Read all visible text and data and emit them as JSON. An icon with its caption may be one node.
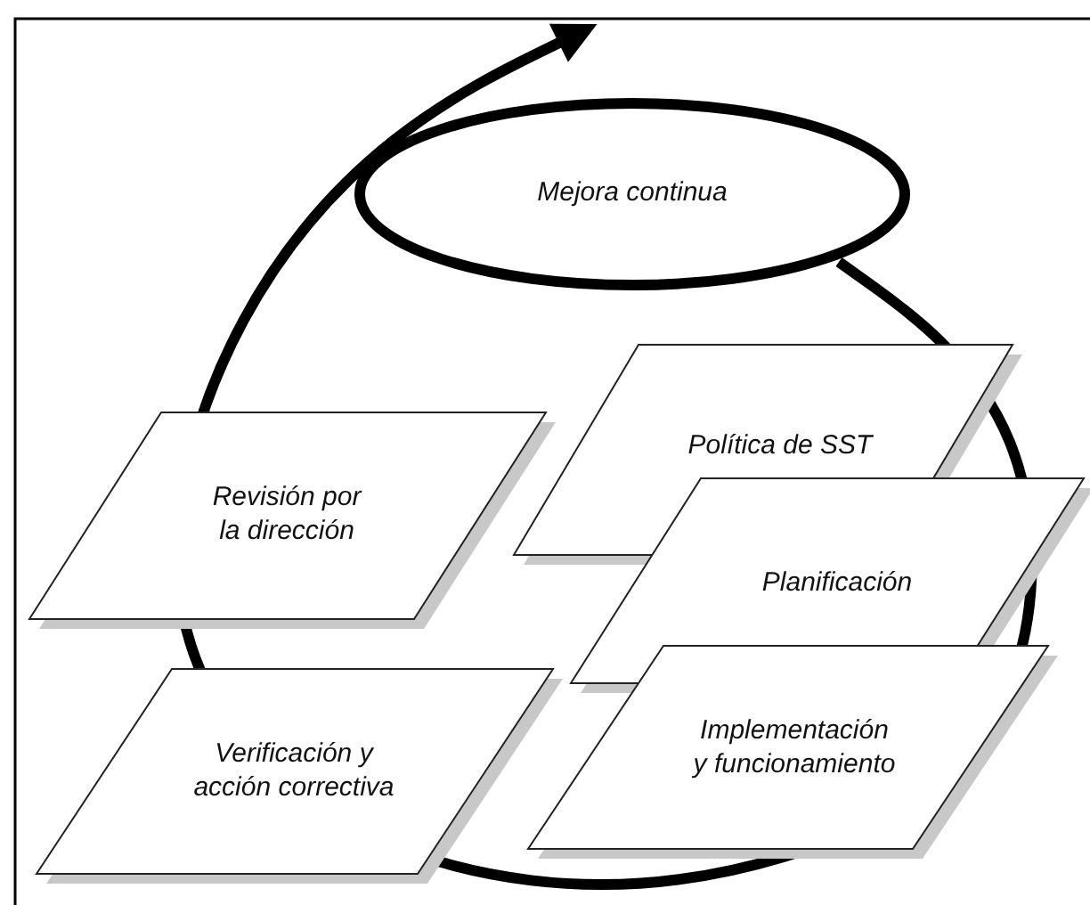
{
  "diagram": {
    "nodes": [
      {
        "text": [
          "Mejora continua"
        ]
      },
      {
        "text": [
          "Política de SST"
        ]
      },
      {
        "text": [
          "Revisión por la dirección"
        ]
      },
      {
        "text": [
          "Planificación"
        ]
      },
      {
        "text": [
          "Verificación y acción correctiva"
        ]
      },
      {
        "text": [
          "Implementación y funcionamiento"
        ]
      }
    ]
  }
}
